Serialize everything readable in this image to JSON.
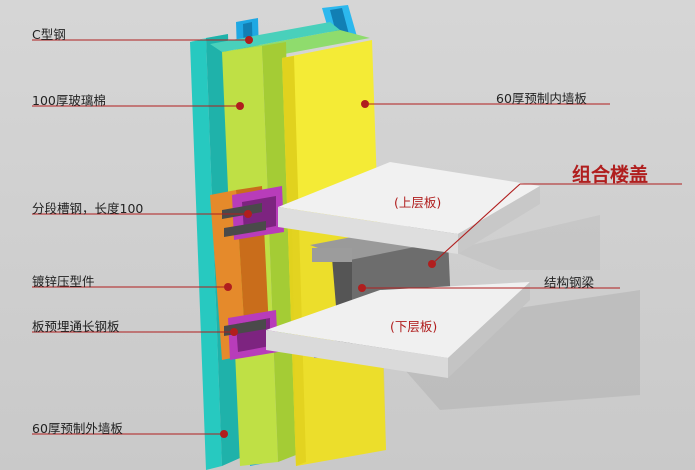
{
  "labels": {
    "c_steel": "C型钢",
    "glass_wool": "100厚玻璃棉",
    "channel_steel": "分段槽钢，长度100",
    "galvanized_part": "镀锌压型件",
    "embedded_plate": "板预埋通长钢板",
    "outer_panel": "60厚预制外墙板",
    "inner_panel": "60厚预制内墙板",
    "composite_floor": "组合楼盖",
    "upper_slab": "(上层板)",
    "structural_beam": "结构钢梁",
    "lower_slab": "(下层板)"
  },
  "colors": {
    "leader_line": "#b01e1e",
    "marker_dot": "#b01e1e",
    "outer_panel": "#2ccfc6",
    "c_steel": "#22b7ea",
    "glass_wool": "#c6e24a",
    "inner_panel": "#f2ea3c",
    "galvanized_part": "#e6892b",
    "channel_steel": "#b23cb6",
    "slab": "#efefef",
    "beam": "#6f6f6f"
  }
}
